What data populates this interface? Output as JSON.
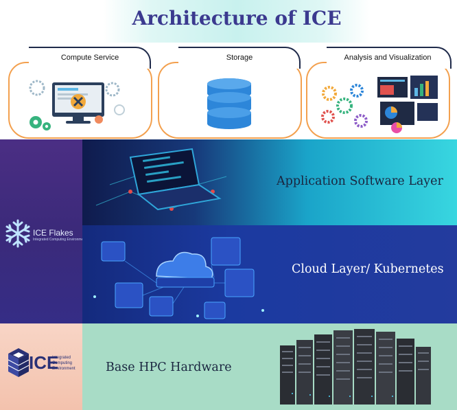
{
  "title": "Architecture of ICE",
  "services": [
    {
      "label": "Compute Service",
      "icon": "compute-icon"
    },
    {
      "label": "Storage",
      "icon": "database-icon"
    },
    {
      "label": "Analysis and Visualization",
      "icon": "analytics-icon"
    }
  ],
  "layers": [
    {
      "label": "Application Software Layer"
    },
    {
      "label": "Cloud Layer/ Kubernetes"
    },
    {
      "label": "Base HPC Hardware"
    }
  ],
  "logos": {
    "ice_flakes": {
      "name": "ICE Flakes",
      "subtitle": "Integrated Computing Environment"
    },
    "ice": {
      "name": "ICE",
      "subtitle": "Integrated Computing Environment"
    }
  },
  "colors": {
    "title": "#3b3a8f",
    "card_border": "#f3a04e",
    "left_strip": "#4b2e84",
    "hardware_layer": "#a8dcc6",
    "storage_blue": "#2d86d9"
  }
}
